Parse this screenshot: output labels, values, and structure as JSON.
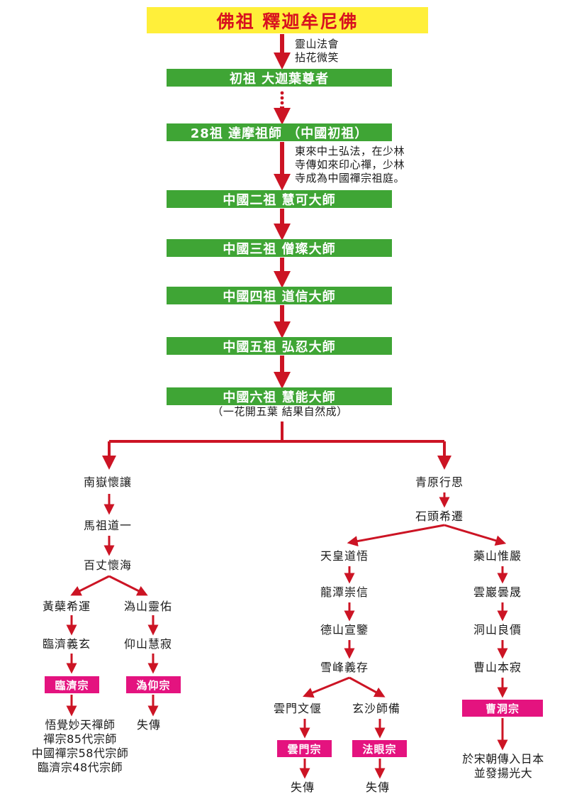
{
  "colors": {
    "arrow": "#cc1424",
    "title_bg": "#ffef3a",
    "title_text": "#d8121f",
    "green": "#3fa535",
    "pink": "#e4137f"
  },
  "title": "佛祖 釋迦牟尼佛",
  "notes": {
    "flower": [
      "靈山法會",
      "拈花微笑"
    ],
    "damo": [
      "東來中土弘法，在少林",
      "寺傳如來印心禪，少林",
      "寺成為中國禪宗祖庭。"
    ],
    "sixth": "（一花開五葉 結果自然成）",
    "linji": [
      "悟覺妙天禪師",
      "禪宗85代宗師",
      "中國禪宗58代宗師",
      "臨濟宗48代宗師"
    ],
    "caodong": [
      "於宋朝傳入日本",
      "並發揚光大"
    ]
  },
  "patriarchs": [
    "初祖 大迦葉尊者",
    "28祖 達摩祖師 （中國初祖）",
    "中國二祖 慧可大師",
    "中國三祖 僧璨大師",
    "中國四祖 道信大師",
    "中國五祖 弘忍大師",
    "中國六祖 慧能大師"
  ],
  "masters": {
    "nanyue": "南嶽懷讓",
    "mazu": "馬祖道一",
    "baizhang": "百丈懷海",
    "huangbo": "黃蘗希運",
    "linji": "臨濟義玄",
    "guishan": "溈山靈佑",
    "yangshan": "仰山慧寂",
    "qingyuan": "青原行思",
    "shitou": "石頭希遷",
    "tianhuang": "天皇道悟",
    "longtan": "龍潭崇信",
    "deshan": "德山宣鑒",
    "xuefeng": "雪峰義存",
    "yunmen": "雲門文偃",
    "xuansha": "玄沙師備",
    "yaoshan": "藥山惟嚴",
    "yunyan": "雲巖曇晟",
    "dongshan": "洞山良價",
    "caoshan": "曹山本寂"
  },
  "schools": {
    "linji": "臨濟宗",
    "guiyang": "溈仰宗",
    "yunmen": "雲門宗",
    "fayan": "法眼宗",
    "caodong": "曹洞宗"
  },
  "lost": "失傳"
}
